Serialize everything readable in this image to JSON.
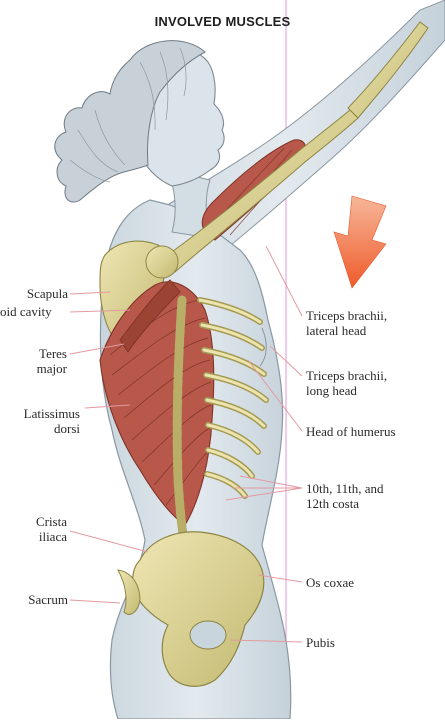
{
  "title": "INVOLVED MUSCLES",
  "labels_left": [
    {
      "id": "scapula",
      "lines": [
        "Scapula"
      ]
    },
    {
      "id": "glenoid",
      "lines": [
        "oid cavity"
      ]
    },
    {
      "id": "teres",
      "lines": [
        "Teres",
        "major"
      ]
    },
    {
      "id": "latissimus",
      "lines": [
        "Latissimus",
        "dorsi"
      ]
    },
    {
      "id": "crista",
      "lines": [
        "Crista",
        "iliaca"
      ]
    },
    {
      "id": "sacrum",
      "lines": [
        "Sacrum"
      ]
    }
  ],
  "labels_right": [
    {
      "id": "triceps-lateral",
      "lines": [
        "Triceps brachii,",
        "lateral head"
      ]
    },
    {
      "id": "triceps-long",
      "lines": [
        "Triceps brachii,",
        "long head"
      ]
    },
    {
      "id": "humerus-head",
      "lines": [
        "Head of humerus"
      ]
    },
    {
      "id": "costa",
      "lines": [
        "10th, 11th, and",
        "12th costa"
      ]
    },
    {
      "id": "os-coxae",
      "lines": [
        "Os coxae"
      ]
    },
    {
      "id": "pubis",
      "lines": [
        "Pubis"
      ]
    }
  ],
  "colors": {
    "skin": "#d9e2e8",
    "skin_shade": "#b9c7d1",
    "bone": "#ddd49a",
    "bone_dark": "#a8a05a",
    "muscle": "#b7584a",
    "muscle_dark": "#7e3327",
    "arrow": "#f0683a",
    "leader": "#e39aa0",
    "guide": "#e7a9e0"
  }
}
